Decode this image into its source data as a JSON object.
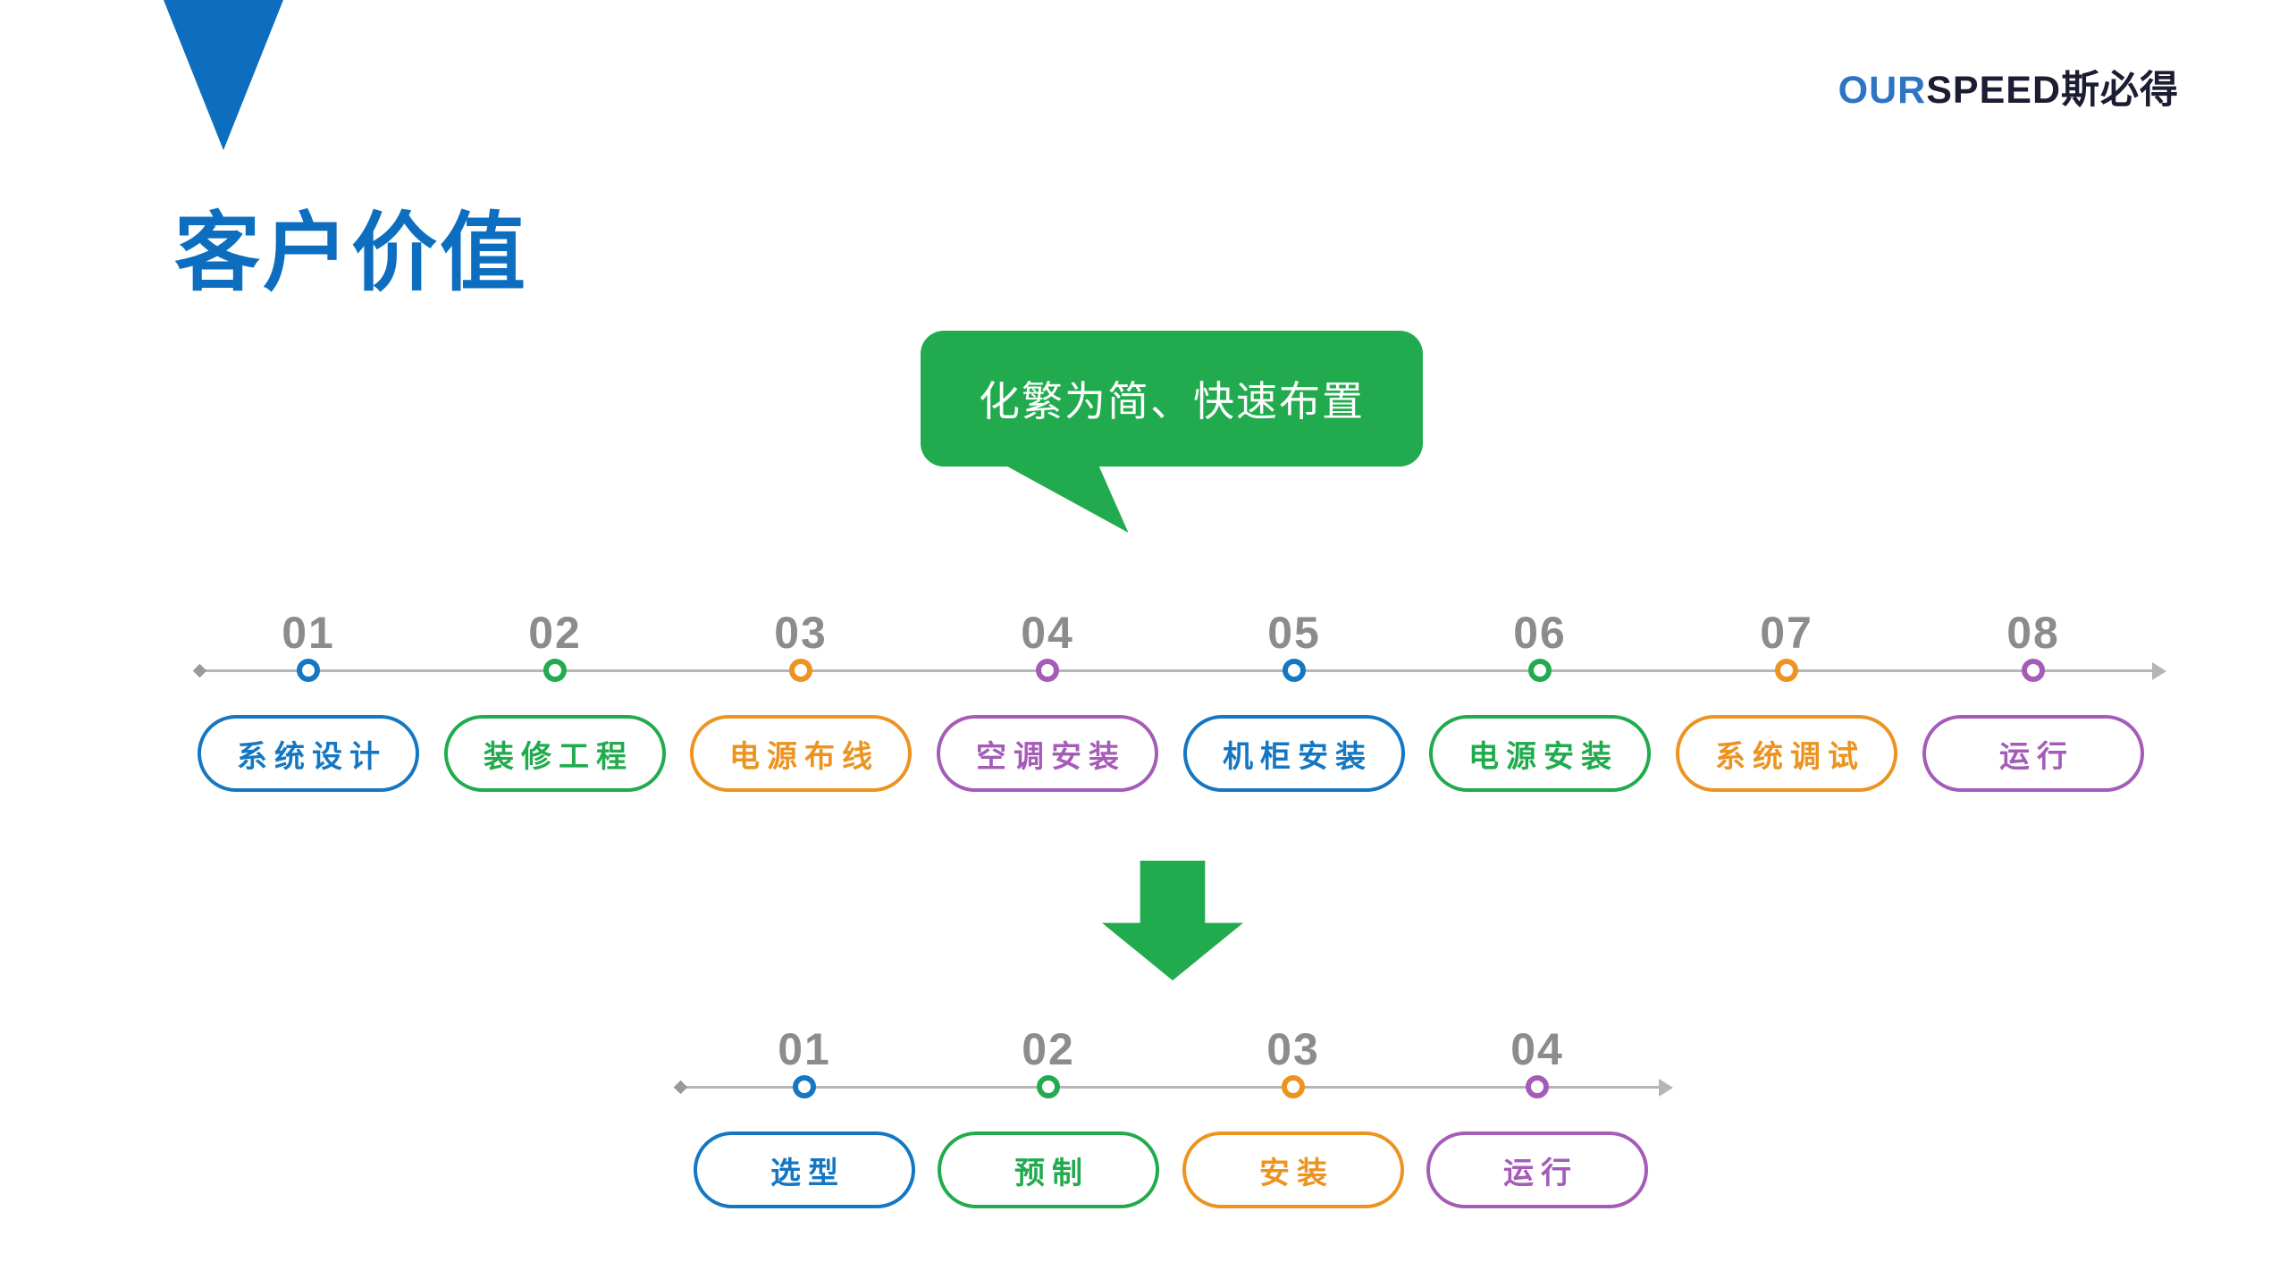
{
  "brand": {
    "logo_prefix": "OUR",
    "logo_suffix": "SPEED斯必得"
  },
  "title": "客户价值",
  "callout": {
    "text": "化繁为简、快速布置"
  },
  "colors": {
    "blue": "#1577c2",
    "green": "#21ab4e",
    "orange": "#ec9320",
    "purple": "#a55cb8",
    "titleblue": "#0d6ec0",
    "logoblue": "#2e74c4",
    "ink": "#1c1c32",
    "numgray": "#8c8c8c",
    "linegray": "#b5b5b5"
  },
  "timeline_top": {
    "steps": [
      {
        "num": "01",
        "label": "系统设计",
        "color": "blue"
      },
      {
        "num": "02",
        "label": "装修工程",
        "color": "green"
      },
      {
        "num": "03",
        "label": "电源布线",
        "color": "orange"
      },
      {
        "num": "04",
        "label": "空调安装",
        "color": "purple"
      },
      {
        "num": "05",
        "label": "机柜安装",
        "color": "blue"
      },
      {
        "num": "06",
        "label": "电源安装",
        "color": "green"
      },
      {
        "num": "07",
        "label": "系统调试",
        "color": "orange"
      },
      {
        "num": "08",
        "label": "运行",
        "color": "purple"
      }
    ]
  },
  "timeline_bottom": {
    "steps": [
      {
        "num": "01",
        "label": "选型",
        "color": "blue"
      },
      {
        "num": "02",
        "label": "预制",
        "color": "green"
      },
      {
        "num": "03",
        "label": "安装",
        "color": "orange"
      },
      {
        "num": "04",
        "label": "运行",
        "color": "purple"
      }
    ]
  }
}
